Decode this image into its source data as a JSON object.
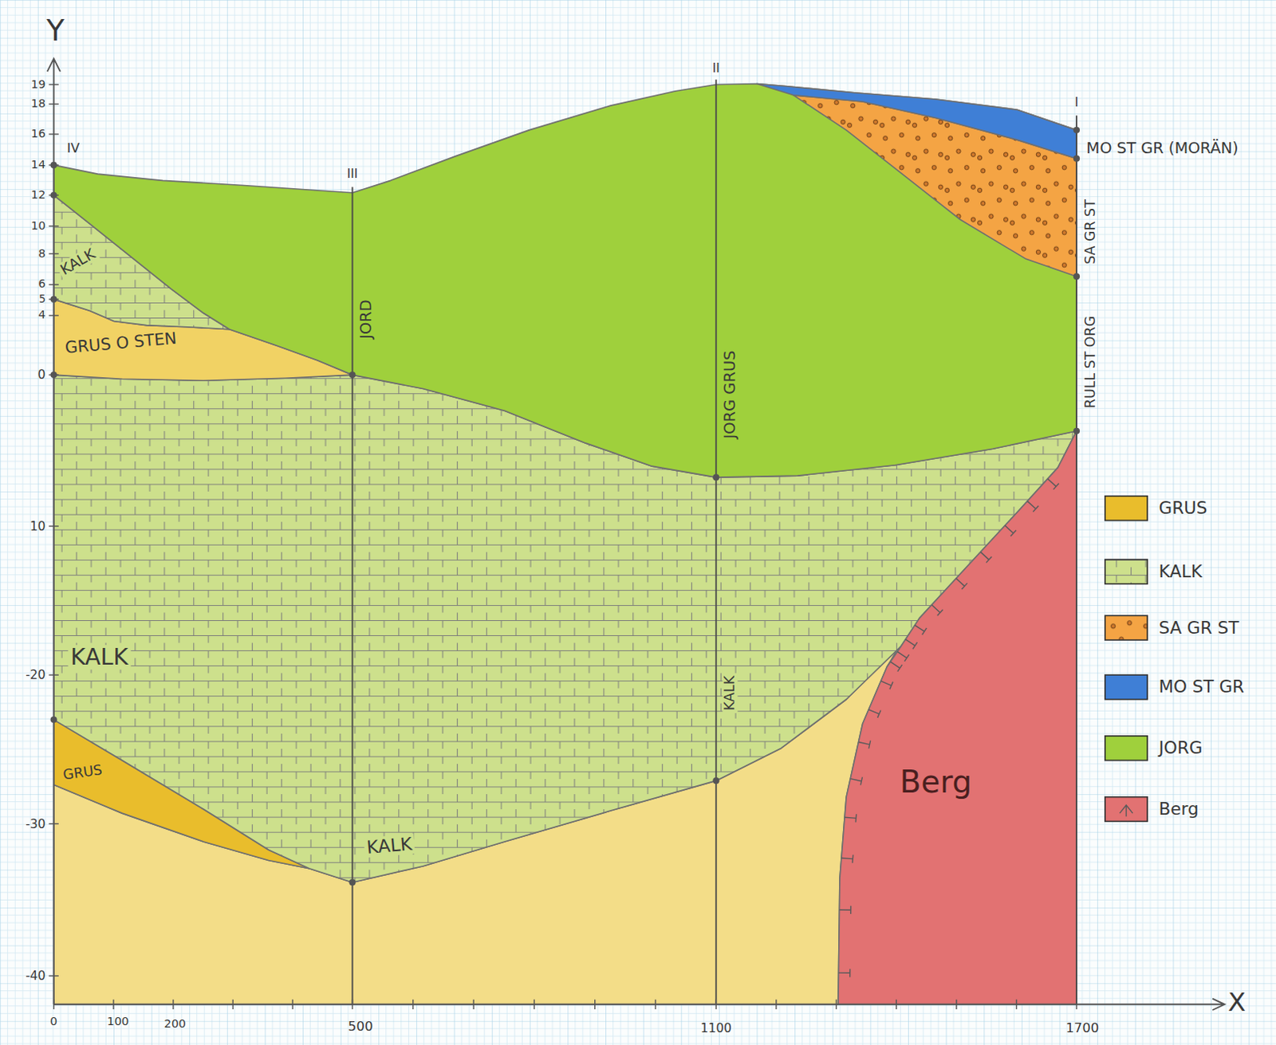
{
  "diagram": {
    "labels": [
      "Y",
      "X",
      "19",
      "18",
      "16",
      "14",
      "12",
      "10",
      "8",
      "6",
      "5",
      "4",
      "0",
      "10",
      "-20",
      "-30",
      "-40",
      "0",
      "100",
      "200",
      "500",
      "1100",
      "1700",
      "IV",
      "III",
      "II",
      "I",
      "KALK",
      "GRUS O STEN",
      "JORD",
      "JORG GRUS",
      "MO ST GR (MORÄN)",
      "SA GR ST",
      "RULL ST ORG",
      "KALK",
      "KALK",
      "GRUS",
      "KALK",
      "Berg"
    ],
    "legend": [
      {
        "text": "GRUS",
        "color": "#e9bd2c"
      },
      {
        "text": "KALK"
      },
      {
        "text": "SA GR ST"
      },
      {
        "text": "MO ST GR",
        "color": "#3f7fd6"
      },
      {
        "text": "JORG",
        "color": "#9fd03c"
      },
      {
        "text": "Berg"
      }
    ]
  }
}
